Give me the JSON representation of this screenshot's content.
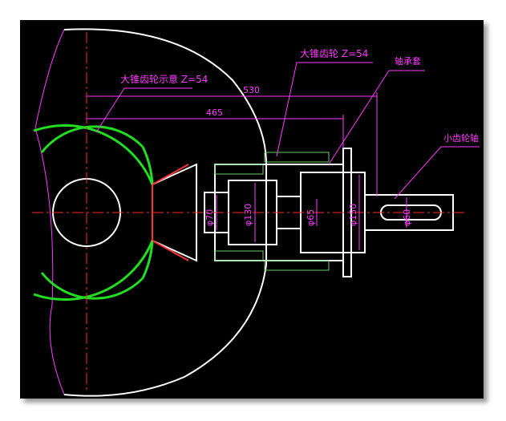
{
  "drawing": {
    "labels": {
      "large_bevel_gear_indicator": "大锥齿轮示意 Z=54",
      "large_bevel_gear": "大锥齿轮 Z=54",
      "bearing_sleeve": "轴承套",
      "small_gear_shaft": "小齿轮轴"
    },
    "dimensions": {
      "overall_length": "530",
      "inner_length": "465",
      "d70": "φ70",
      "d130": "φ130",
      "d65": "φ65",
      "d150": "φ150",
      "d60": "φ60"
    },
    "colors": {
      "background": "#000000",
      "outline": "#ffffff",
      "annotation": "#ff3cff",
      "pitch_circles": "#22dd22",
      "centerline": "#ff2a2a",
      "hatch": "#66cc66",
      "cone": "#ff3333"
    }
  }
}
